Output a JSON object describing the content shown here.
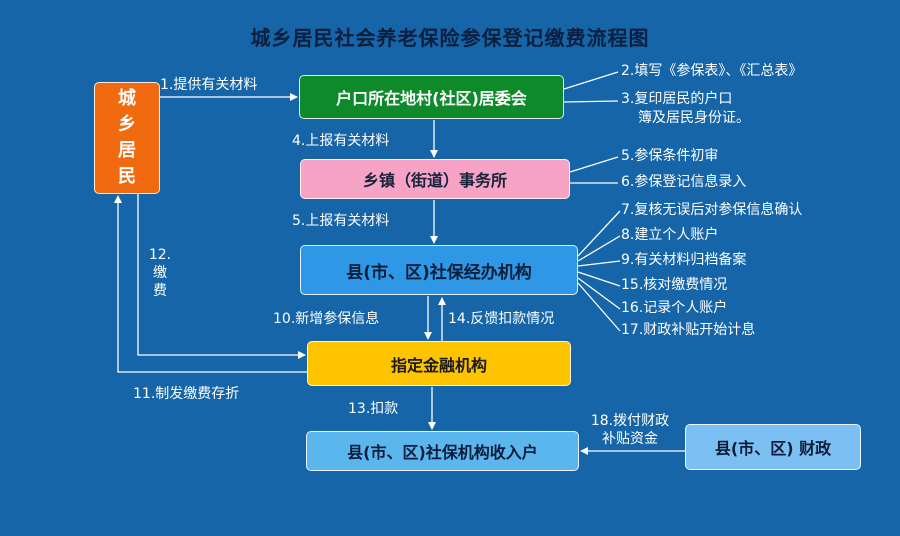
{
  "title": "城乡居民社会养老保险参保登记缴费流程图",
  "nodes": {
    "resident": "城乡居民",
    "village": "户口所在地村(社区)居委会",
    "town": "乡镇（街道）事务所",
    "county": "县(市、区)社保经办机构",
    "bank": "指定金融机构",
    "income": "县(市、区)社保机构收入户",
    "finance": "县(市、区) 财政"
  },
  "edges": {
    "e1": "1.提供有关材料",
    "e4": "4.上报有关材料",
    "e5": "5.上报有关材料",
    "e10": "10.新增参保信息",
    "e14": "14.反馈扣款情况",
    "e11": "11.制发缴费存折",
    "e12_line1": "12.",
    "e12_line2": "缴",
    "e12_line3": "费",
    "e13": "13.扣款",
    "e18_line1": "18.拨付财政",
    "e18_line2": "补贴资金"
  },
  "notes": {
    "village": [
      "2.填写《参保表》、《汇总表》",
      "3.复印居民的户口",
      "簿及居民身份证。"
    ],
    "town": [
      "5.参保条件初审",
      "6.参保登记信息录入"
    ],
    "county": [
      "7.复核无误后对参保信息确认",
      "8.建立个人账户",
      "9.有关材料归档备案",
      "15.核对缴费情况",
      "16.记录个人账户",
      "17.财政补贴开始计息"
    ]
  }
}
